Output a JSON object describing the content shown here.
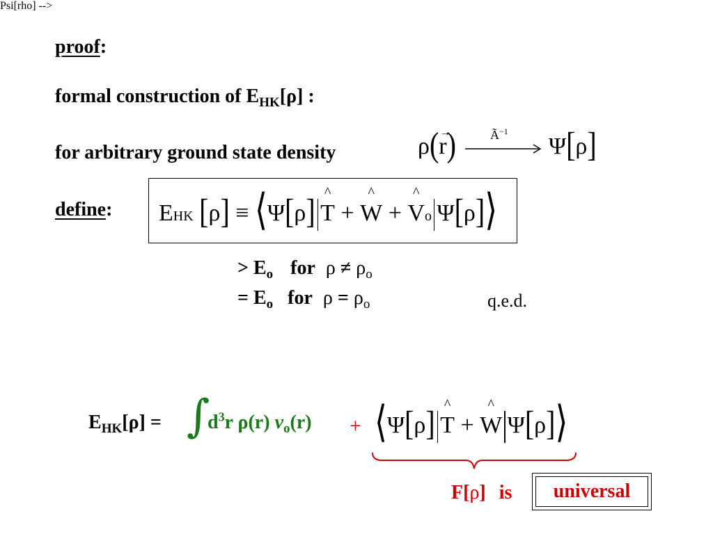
{
  "proof": {
    "word": "proof",
    "colon": ":"
  },
  "line2": {
    "text": "formal construction of E",
    "sub": "HK",
    "tail": "[ρ] :"
  },
  "line3": {
    "text": "for arbitrary ground state density"
  },
  "map": {
    "lhs": "ρ",
    "r": "r",
    "arrow_label": "Ã",
    "arrow_exp": "−1",
    "psi": "Ψ",
    "rho": "ρ"
  },
  "define": {
    "word": "define",
    "colon": ":"
  },
  "boxed": {
    "E": "E",
    "Esub": "HK",
    "rho": "ρ",
    "equiv": "≡",
    "psi": "Ψ",
    "T": "T",
    "plus1": "+",
    "W": "W",
    "plus2": "+",
    "V": "V",
    "Vsub": "o"
  },
  "cond1": {
    "rel": ">",
    "E": "E",
    "Esub": "o",
    "for": "for",
    "rho": "ρ",
    "neq": "≠",
    "rho0": "ρ",
    "sub": "o"
  },
  "cond2": {
    "rel": "=",
    "E": "E",
    "Esub": "o",
    "for": "for",
    "rho": "ρ",
    "eq": "=",
    "rho0": "ρ",
    "sub": "o"
  },
  "qed": "q.e.d.",
  "bottom": {
    "E": "E",
    "Esub": "HK",
    "lhs_tail": "[ρ] =",
    "integral": "∫",
    "d": "d",
    "dsup": "3",
    "r": "r",
    "rho_r": "ρ(r)",
    "v": "v",
    "vsub": "o",
    "v_tail": "(r)",
    "plus": "+",
    "psi": "Ψ",
    "rho": "ρ",
    "T": "T",
    "plusTW": "+",
    "W": "W"
  },
  "F": {
    "label": "F[",
    "rho": "ρ",
    "close": "]",
    "is": "is",
    "universal": "universal"
  },
  "colors": {
    "green": "#1a7a1a",
    "red": "#cc0000"
  }
}
